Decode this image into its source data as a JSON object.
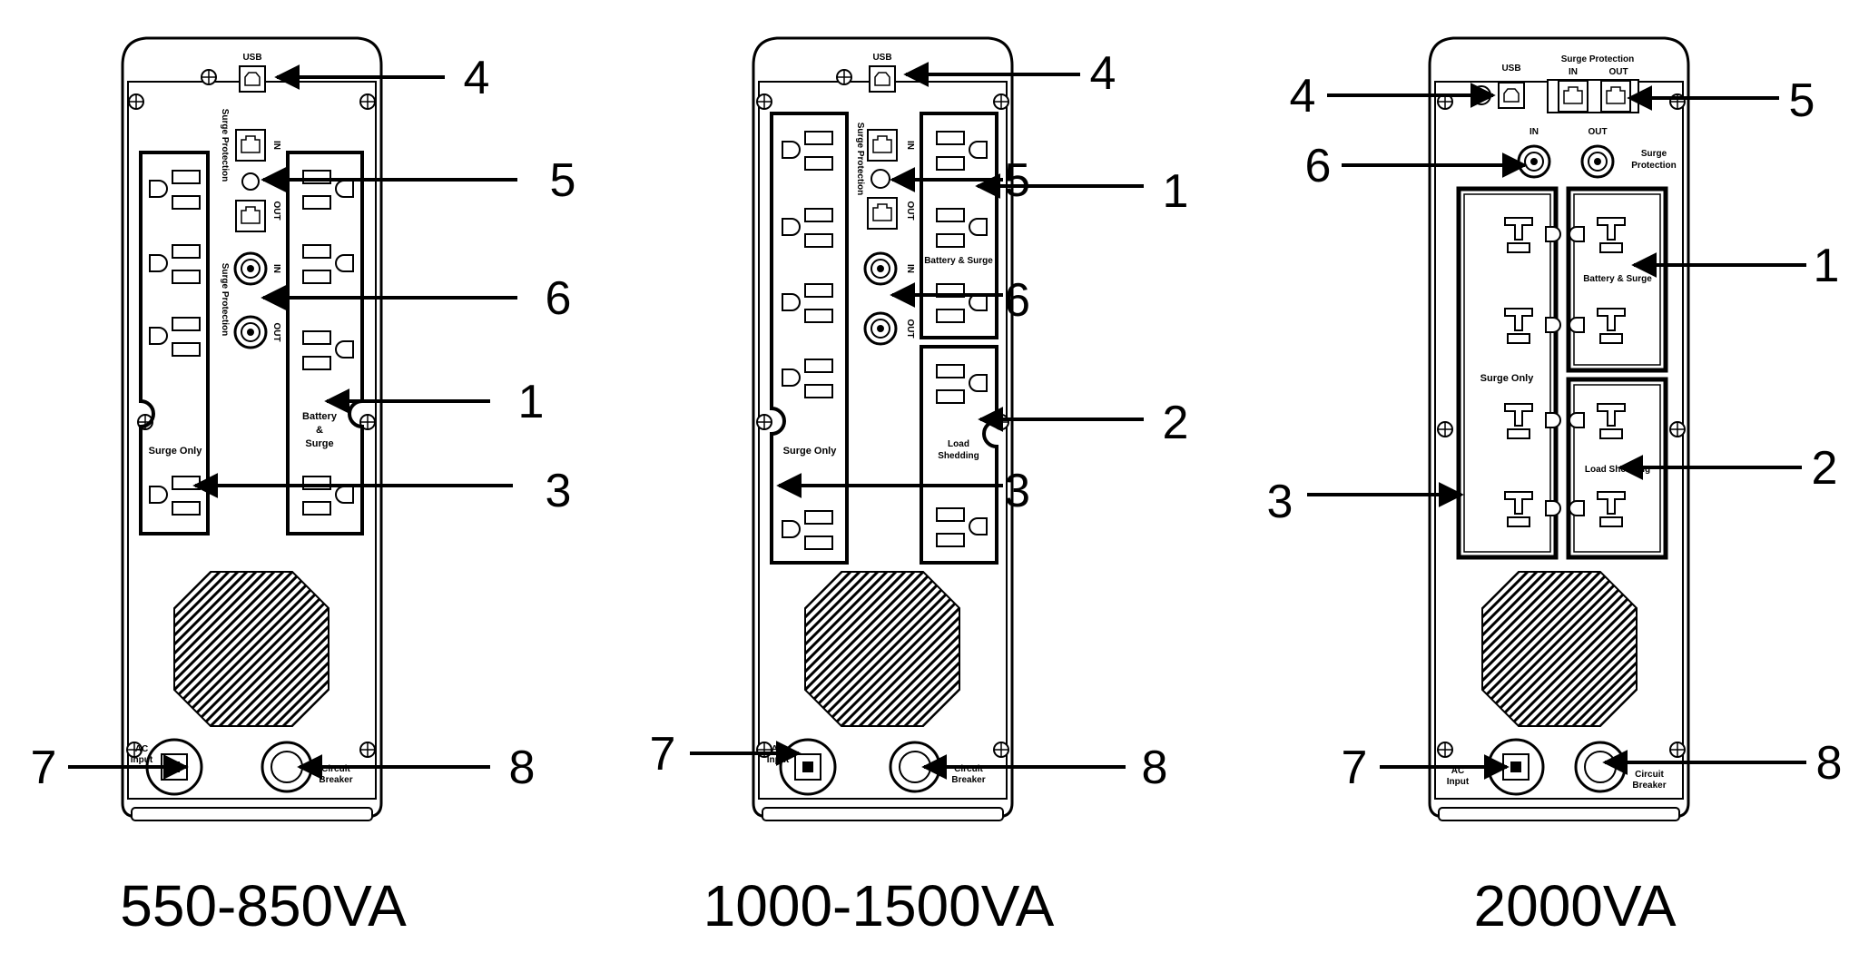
{
  "units": [
    {
      "model": "550-850VA",
      "panel_labels": {
        "usb": "USB",
        "surge_protection": "Surge Protection",
        "in": "IN",
        "out": "OUT",
        "surge_only": "Surge Only",
        "battery_surge": [
          "Battery",
          "&",
          "Surge"
        ],
        "ac_input": [
          "AC",
          "Input"
        ],
        "circuit_breaker": [
          "Circuit",
          "Breaker"
        ]
      },
      "callouts": [
        "4",
        "5",
        "6",
        "1",
        "3",
        "7",
        "8"
      ]
    },
    {
      "model": "1000-1500VA",
      "panel_labels": {
        "usb": "USB",
        "surge_protection": "Surge Protection",
        "in": "IN",
        "out": "OUT",
        "surge_only": "Surge Only",
        "battery_surge": [
          "Battery & Surge"
        ],
        "load_shedding": [
          "Load",
          "Shedding"
        ],
        "ac_input": [
          "AC",
          "Input"
        ],
        "circuit_breaker": [
          "Circuit",
          "Breaker"
        ]
      },
      "callouts": [
        "4",
        "5",
        "1",
        "6",
        "2",
        "3",
        "7",
        "8"
      ]
    },
    {
      "model": "2000VA",
      "panel_labels": {
        "usb": "USB",
        "surge_protection": "Surge Protection",
        "in": "IN",
        "out": "OUT",
        "surge_protection_coax": [
          "Surge",
          "Protection"
        ],
        "surge_only": "Surge Only",
        "battery_surge": [
          "Battery & Surge"
        ],
        "load_shedding": [
          "Load Shedding"
        ],
        "ac_input": [
          "AC",
          "Input"
        ],
        "circuit_breaker": [
          "Circuit",
          "Breaker"
        ]
      },
      "callouts": [
        "4",
        "5",
        "6",
        "1",
        "2",
        "3",
        "7",
        "8"
      ]
    }
  ]
}
